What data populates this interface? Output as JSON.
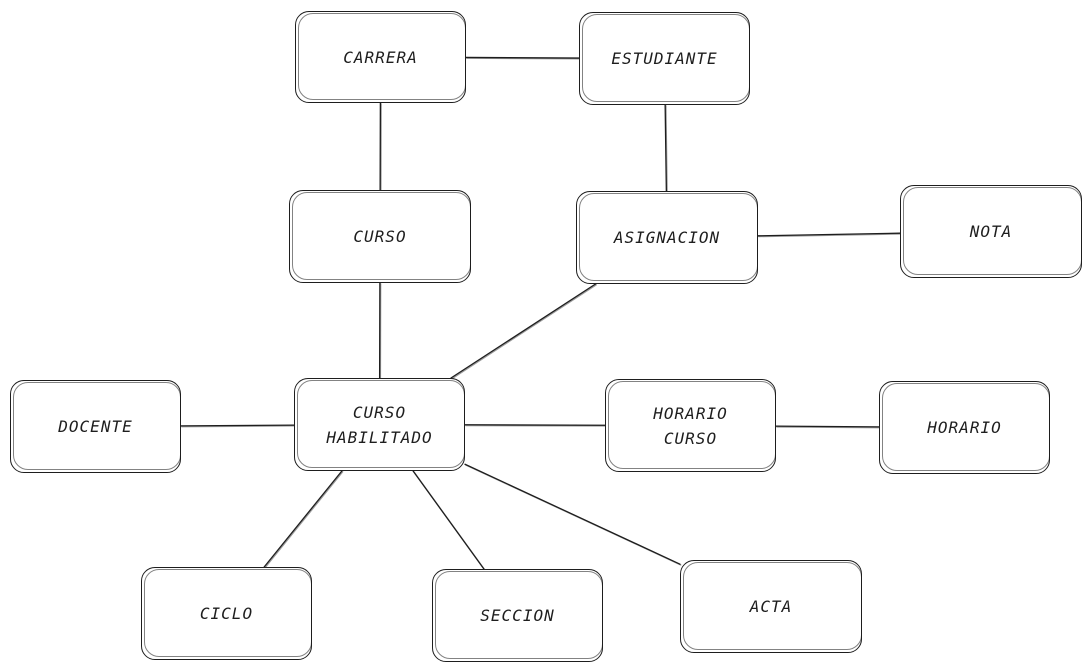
{
  "diagram": {
    "nodes": {
      "carrera": "CARRERA",
      "estudiante": "ESTUDIANTE",
      "curso": "CURSO",
      "asignacion": "ASIGNACION",
      "nota": "NOTA",
      "docente": "DOCENTE",
      "curso_habilitado": "CURSO\nHABILITADO",
      "horario_curso": "HORARIO\nCURSO",
      "horario": "HORARIO",
      "ciclo": "CICLO",
      "seccion": "SECCION",
      "acta": "ACTA"
    },
    "connections": [
      [
        "carrera",
        "estudiante"
      ],
      [
        "carrera",
        "curso"
      ],
      [
        "estudiante",
        "asignacion"
      ],
      [
        "asignacion",
        "nota"
      ],
      [
        "curso",
        "curso_habilitado"
      ],
      [
        "asignacion",
        "curso_habilitado"
      ],
      [
        "docente",
        "curso_habilitado"
      ],
      [
        "curso_habilitado",
        "horario_curso"
      ],
      [
        "horario_curso",
        "horario"
      ],
      [
        "curso_habilitado",
        "ciclo"
      ],
      [
        "curso_habilitado",
        "seccion"
      ],
      [
        "curso_habilitado",
        "acta"
      ]
    ]
  },
  "colors": {
    "stroke": "#1e1e1e",
    "background": "#ffffff"
  }
}
